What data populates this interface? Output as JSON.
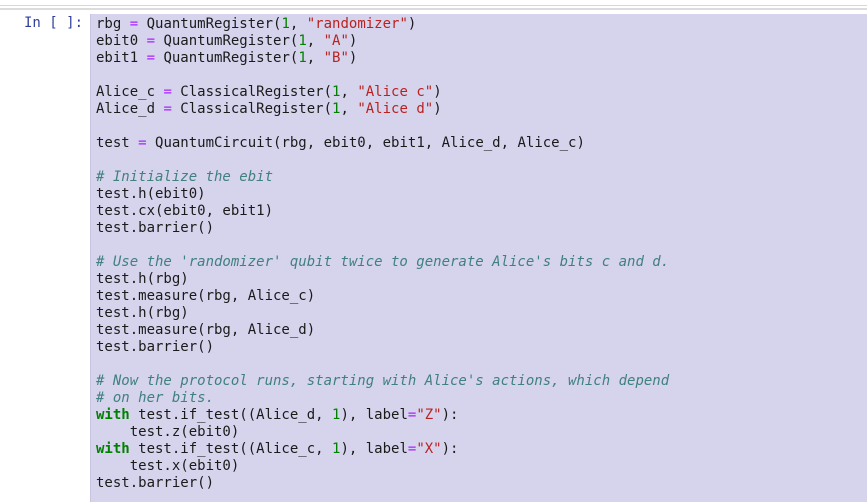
{
  "prompt": "In [ ]:",
  "code_lines": [
    [
      [
        "plain",
        "rbg "
      ],
      [
        "op",
        "="
      ],
      [
        "plain",
        " QuantumRegister("
      ],
      [
        "num",
        "1"
      ],
      [
        "plain",
        ", "
      ],
      [
        "str",
        "\"randomizer\""
      ],
      [
        "plain",
        ")"
      ]
    ],
    [
      [
        "plain",
        "ebit0 "
      ],
      [
        "op",
        "="
      ],
      [
        "plain",
        " QuantumRegister("
      ],
      [
        "num",
        "1"
      ],
      [
        "plain",
        ", "
      ],
      [
        "str",
        "\"A\""
      ],
      [
        "plain",
        ")"
      ]
    ],
    [
      [
        "plain",
        "ebit1 "
      ],
      [
        "op",
        "="
      ],
      [
        "plain",
        " QuantumRegister("
      ],
      [
        "num",
        "1"
      ],
      [
        "plain",
        ", "
      ],
      [
        "str",
        "\"B\""
      ],
      [
        "plain",
        ")"
      ]
    ],
    [],
    [
      [
        "plain",
        "Alice_c "
      ],
      [
        "op",
        "="
      ],
      [
        "plain",
        " ClassicalRegister("
      ],
      [
        "num",
        "1"
      ],
      [
        "plain",
        ", "
      ],
      [
        "str",
        "\"Alice c\""
      ],
      [
        "plain",
        ")"
      ]
    ],
    [
      [
        "plain",
        "Alice_d "
      ],
      [
        "op",
        "="
      ],
      [
        "plain",
        " ClassicalRegister("
      ],
      [
        "num",
        "1"
      ],
      [
        "plain",
        ", "
      ],
      [
        "str",
        "\"Alice d\""
      ],
      [
        "plain",
        ")"
      ]
    ],
    [],
    [
      [
        "plain",
        "test "
      ],
      [
        "op",
        "="
      ],
      [
        "plain",
        " QuantumCircuit(rbg, ebit0, ebit1, Alice_d, Alice_c)"
      ]
    ],
    [],
    [
      [
        "cmt",
        "# Initialize the ebit"
      ]
    ],
    [
      [
        "plain",
        "test.h(ebit0)"
      ]
    ],
    [
      [
        "plain",
        "test.cx(ebit0, ebit1)"
      ]
    ],
    [
      [
        "plain",
        "test.barrier()"
      ]
    ],
    [],
    [
      [
        "cmt",
        "# Use the 'randomizer' qubit twice to generate Alice's bits c and d."
      ]
    ],
    [
      [
        "plain",
        "test.h(rbg)"
      ]
    ],
    [
      [
        "plain",
        "test.measure(rbg, Alice_c)"
      ]
    ],
    [
      [
        "plain",
        "test.h(rbg)"
      ]
    ],
    [
      [
        "plain",
        "test.measure(rbg, Alice_d)"
      ]
    ],
    [
      [
        "plain",
        "test.barrier()"
      ]
    ],
    [],
    [
      [
        "cmt",
        "# Now the protocol runs, starting with Alice's actions, which depend"
      ]
    ],
    [
      [
        "cmt",
        "# on her bits."
      ]
    ],
    [
      [
        "kw",
        "with"
      ],
      [
        "plain",
        " test.if_test((Alice_d, "
      ],
      [
        "num",
        "1"
      ],
      [
        "plain",
        "), label"
      ],
      [
        "op",
        "="
      ],
      [
        "str",
        "\"Z\""
      ],
      [
        "plain",
        "):"
      ]
    ],
    [
      [
        "plain",
        "    test.z(ebit0)"
      ]
    ],
    [
      [
        "kw",
        "with"
      ],
      [
        "plain",
        " test.if_test((Alice_c, "
      ],
      [
        "num",
        "1"
      ],
      [
        "plain",
        "), label"
      ],
      [
        "op",
        "="
      ],
      [
        "str",
        "\"X\""
      ],
      [
        "plain",
        "):"
      ]
    ],
    [
      [
        "plain",
        "    test.x(ebit0)"
      ]
    ],
    [
      [
        "plain",
        "test.barrier()"
      ]
    ]
  ]
}
